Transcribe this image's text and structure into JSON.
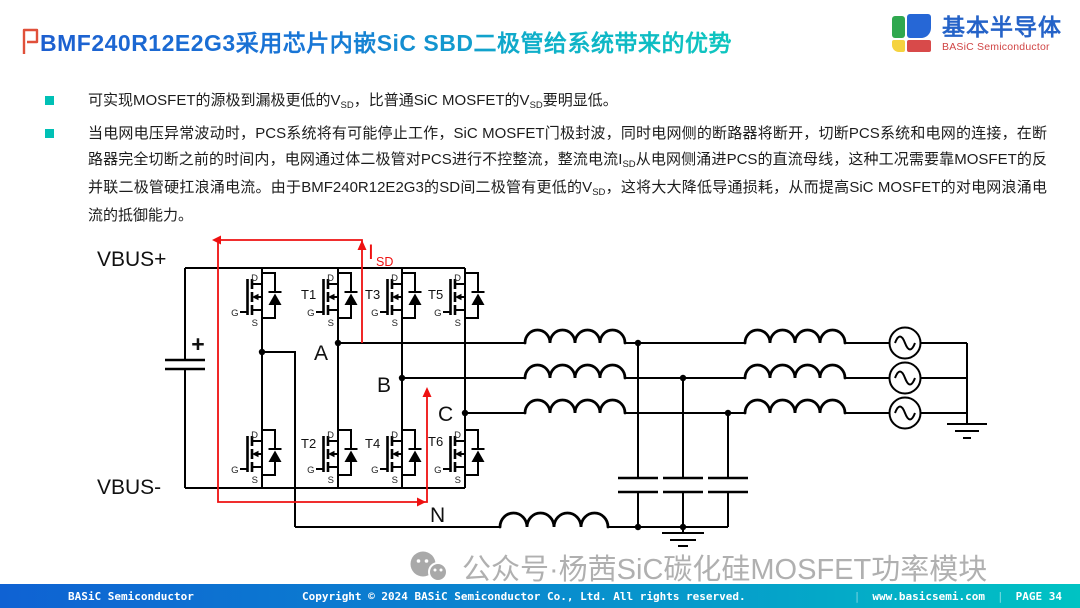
{
  "title": {
    "text": "BMF240R12E2G3采用芯片内嵌SiC SBD二极管给系统带来的优势"
  },
  "logo": {
    "name_cn": "基本半导体",
    "name_en": "BASiC Semiconductor"
  },
  "bullets": {
    "b1": {
      "s1": "可实现MOSFET的源极到漏极更低的V",
      "sub1": "SD",
      "s2": "，比普通SiC MOSFET的V",
      "sub2": "SD",
      "s3": "要明显低。"
    },
    "b2": {
      "s1": "当电网电压异常波动时，PCS系统将有可能停止工作，SiC MOSFET门极封波，同时电网侧的断路器将断开，切断PCS系统和电网的连接，在断路器完全切断之前的时间内，电网通过体二极管对PCS进行不控整流，整流电流I",
      "sub1": "SD",
      "s2": "从电网侧涌进PCS的直流母线，这种工况需要靠MOSFET的反并联二极管硬扛浪涌电流。由于BMF240R12E2G3的SD间二极管有更低的V",
      "sub2": "SD",
      "s3": "，这将大大降低导通损耗，从而提高SiC MOSFET的对电网浪涌电流的抵御能力。"
    }
  },
  "circuit": {
    "vbus_plus": "VBUS+",
    "vbus_minus": "VBUS-",
    "plus_sign": "+",
    "phase_a": "A",
    "phase_b": "B",
    "phase_c": "C",
    "neutral": "N",
    "transistors": {
      "t1": "T1",
      "t2": "T2",
      "t3": "T3",
      "t4": "T4",
      "t5": "T5",
      "t6": "T6"
    },
    "terminals": {
      "d": "D",
      "g": "G",
      "s": "S"
    },
    "isd": {
      "base": "I",
      "sub": "SD"
    }
  },
  "watermark": {
    "text": "公众号·杨茜SiC碳化硅MOSFET功率模块"
  },
  "footer": {
    "left": "BASiC Semiconductor",
    "center": "Copyright © 2024 BASiC Semiconductor Co., Ltd. All rights reserved.",
    "site": "www.basicsemi.com",
    "page": "PAGE 34",
    "sep": "|"
  },
  "colors": {
    "title_gradient_start": "#1d5fd0",
    "title_gradient_end": "#0ec6bf",
    "bullet_marker": "#00c0b5",
    "annotation_red": "#ee1111",
    "footer_gradient_start": "#0f62d3",
    "footer_gradient_end": "#00c3c3",
    "logo_blue": "#2563c8",
    "logo_red": "#d04545",
    "logo_green": "#2fa84f",
    "logo_yellow": "#f5d33f",
    "watermark_gray": "#a3a3a3"
  }
}
